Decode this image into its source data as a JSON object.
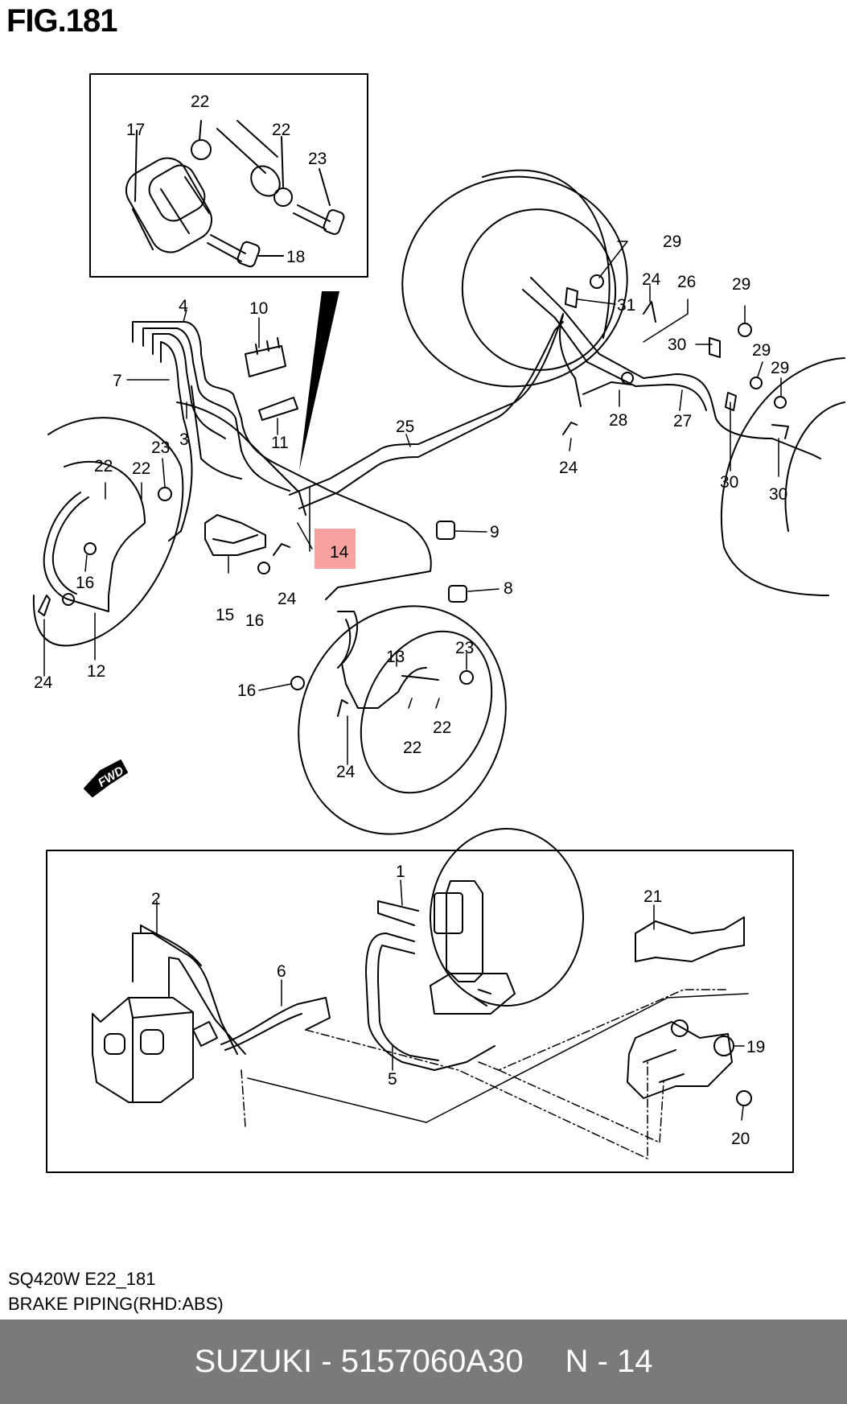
{
  "figure": {
    "title": "FIG.181"
  },
  "labels": {
    "l1": "1",
    "l2": "2",
    "l3": "3",
    "l4": "4",
    "l5": "5",
    "l6": "6",
    "l7": "7",
    "l8": "8",
    "l9": "9",
    "l10": "10",
    "l11": "11",
    "l12": "12",
    "l13": "13",
    "l14": "14",
    "l15": "15",
    "l16a": "16",
    "l16b": "16",
    "l16c": "16",
    "l17": "17",
    "l18": "18",
    "l19": "19",
    "l20": "20",
    "l21": "21",
    "l22a": "22",
    "l22b": "22",
    "l22c": "22",
    "l22d": "22",
    "l22e": "22",
    "l22f": "22",
    "l23a": "23",
    "l23b": "23",
    "l23c": "23",
    "l24a": "24",
    "l24b": "24",
    "l24c": "24",
    "l24d": "24",
    "l24e": "24",
    "l25": "25",
    "l26": "26",
    "l27": "27",
    "l28": "28",
    "l29a": "29",
    "l29b": "29",
    "l29c": "29",
    "l29d": "29",
    "l30a": "30",
    "l30b": "30",
    "l30c": "30",
    "l31": "31"
  },
  "fwd_arrow": "FWD",
  "highlight": {
    "label": "14",
    "color": "#f7a1a1"
  },
  "caption": {
    "model_code": "SQ420W E22_181",
    "title": "BRAKE PIPING(RHD:ABS)"
  },
  "footer": {
    "brand_part": "SUZUKI - 5157060A30",
    "ref": "N - 14",
    "background": "#7a7a7a"
  }
}
